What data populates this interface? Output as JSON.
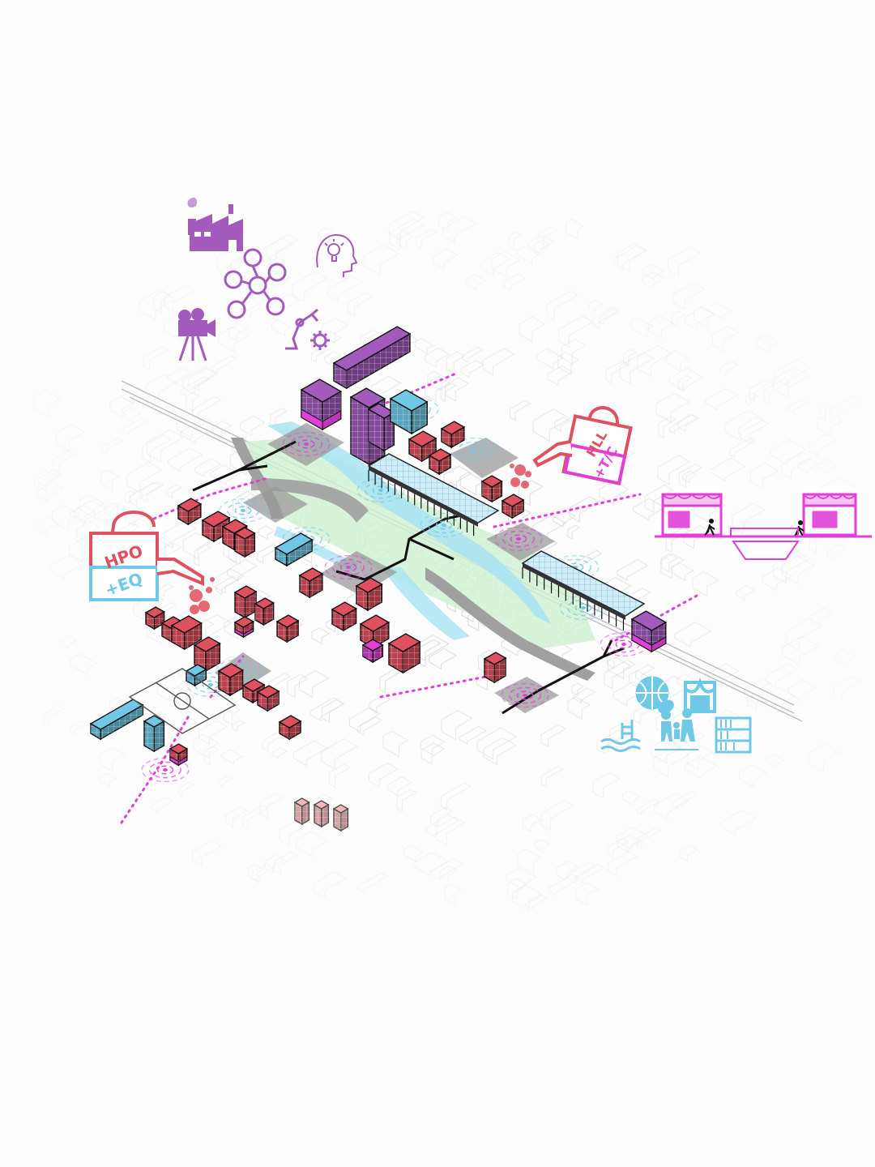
{
  "colors": {
    "background": "#fdfdfd",
    "context_lines": "#c9c9c9",
    "housing_red": "#e0505e",
    "housing_red_dark": "#c73a48",
    "industry_purple": "#a25bbd",
    "accent_magenta": "#e23fd8",
    "community_blue": "#6fc8e6",
    "water_blue": "#a9e3f3",
    "greenway": "#cdf0cf",
    "path_black": "#111111",
    "plaza_grey": "#9b9b9b"
  },
  "watering_cans": {
    "left": {
      "line1": "HPO",
      "line2": "+EQ"
    },
    "right": {
      "line1": "HLL",
      "line2": "+T/C"
    }
  },
  "icons": {
    "industry": [
      "leaf-icon",
      "factory-icon",
      "network-icon",
      "lightbulb-head-icon",
      "film-camera-icon",
      "robot-arm-gear-icon"
    ],
    "street": [
      "storefront-icon",
      "pedestrian-icon",
      "footbridge-icon"
    ],
    "community": [
      "sports-balls-icon",
      "stage-icon",
      "swimming-pool-icon",
      "family-icon",
      "bookshelf-icon"
    ]
  }
}
